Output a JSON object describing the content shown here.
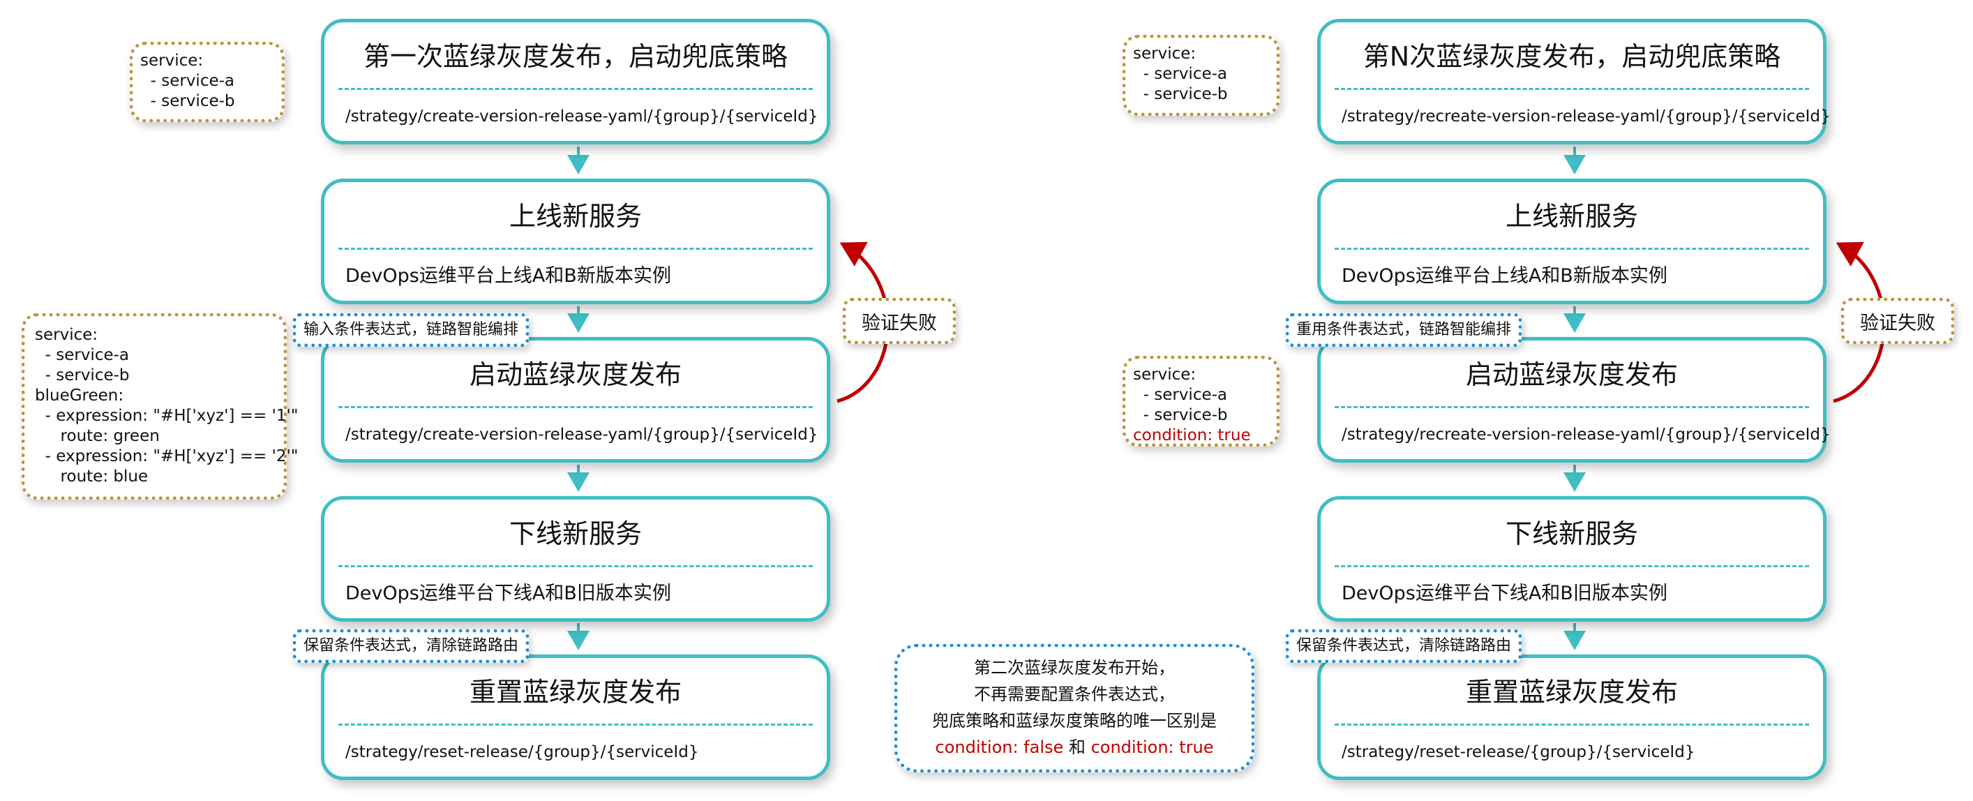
{
  "left_flow": {
    "steps": [
      {
        "title": "第一次蓝绿灰度发布，启动兜底策略",
        "subtitle": "/strategy/create-version-release-yaml/{group}/{serviceId}"
      },
      {
        "title": "上线新服务",
        "subtitle": "DevOps运维平台上线A和B新版本实例"
      },
      {
        "title": "启动蓝绿灰度发布",
        "subtitle": "/strategy/create-version-release-yaml/{group}/{serviceId}"
      },
      {
        "title": "下线新服务",
        "subtitle": "DevOps运维平台下线A和B旧版本实例"
      },
      {
        "title": "重置蓝绿灰度发布",
        "subtitle": "/strategy/reset-release/{group}/{serviceId}"
      }
    ],
    "note_top": "service:\n  - service-a\n  - service-b",
    "note_config": "service:\n  - service-a\n  - service-b\nblueGreen:\n  - expression: \"#H['xyz'] == '1'\"\n     route: green\n  - expression: \"#H['xyz'] == '2'\"\n     route: blue",
    "tag_input": "输入条件表达式，链路智能编排",
    "tag_keep": "保留条件表达式，清除链路路由",
    "fail_label": "验证失败"
  },
  "right_flow": {
    "steps": [
      {
        "title": "第N次蓝绿灰度发布，启动兜底策略",
        "subtitle": "/strategy/recreate-version-release-yaml/{group}/{serviceId}"
      },
      {
        "title": "上线新服务",
        "subtitle": "DevOps运维平台上线A和B新版本实例"
      },
      {
        "title": "启动蓝绿灰度发布",
        "subtitle": "/strategy/recreate-version-release-yaml/{group}/{serviceId}"
      },
      {
        "title": "下线新服务",
        "subtitle": "DevOps运维平台下线A和B旧版本实例"
      },
      {
        "title": "重置蓝绿灰度发布",
        "subtitle": "/strategy/reset-release/{group}/{serviceId}"
      }
    ],
    "note_top": "service:\n  - service-a\n  - service-b",
    "note_mid": "service:\n  - service-a\n  - service-b",
    "note_mid_condition": "condition: true",
    "tag_reuse": "重用条件表达式，链路智能编排",
    "tag_keep": "保留条件表达式，清除链路路由",
    "fail_label": "验证失败"
  },
  "center_note": {
    "line1": "第二次蓝绿灰度发布开始，",
    "line2": "不再需要配置条件表达式，",
    "line3": "兜底策略和蓝绿灰度策略的唯一区别是",
    "cond_false": "condition: false",
    "and": "和",
    "cond_true": "condition: true"
  },
  "colors": {
    "teal": "#3fbec3",
    "red": "#c00000",
    "gold": "#b8963c",
    "blue": "#1e8fd6"
  }
}
